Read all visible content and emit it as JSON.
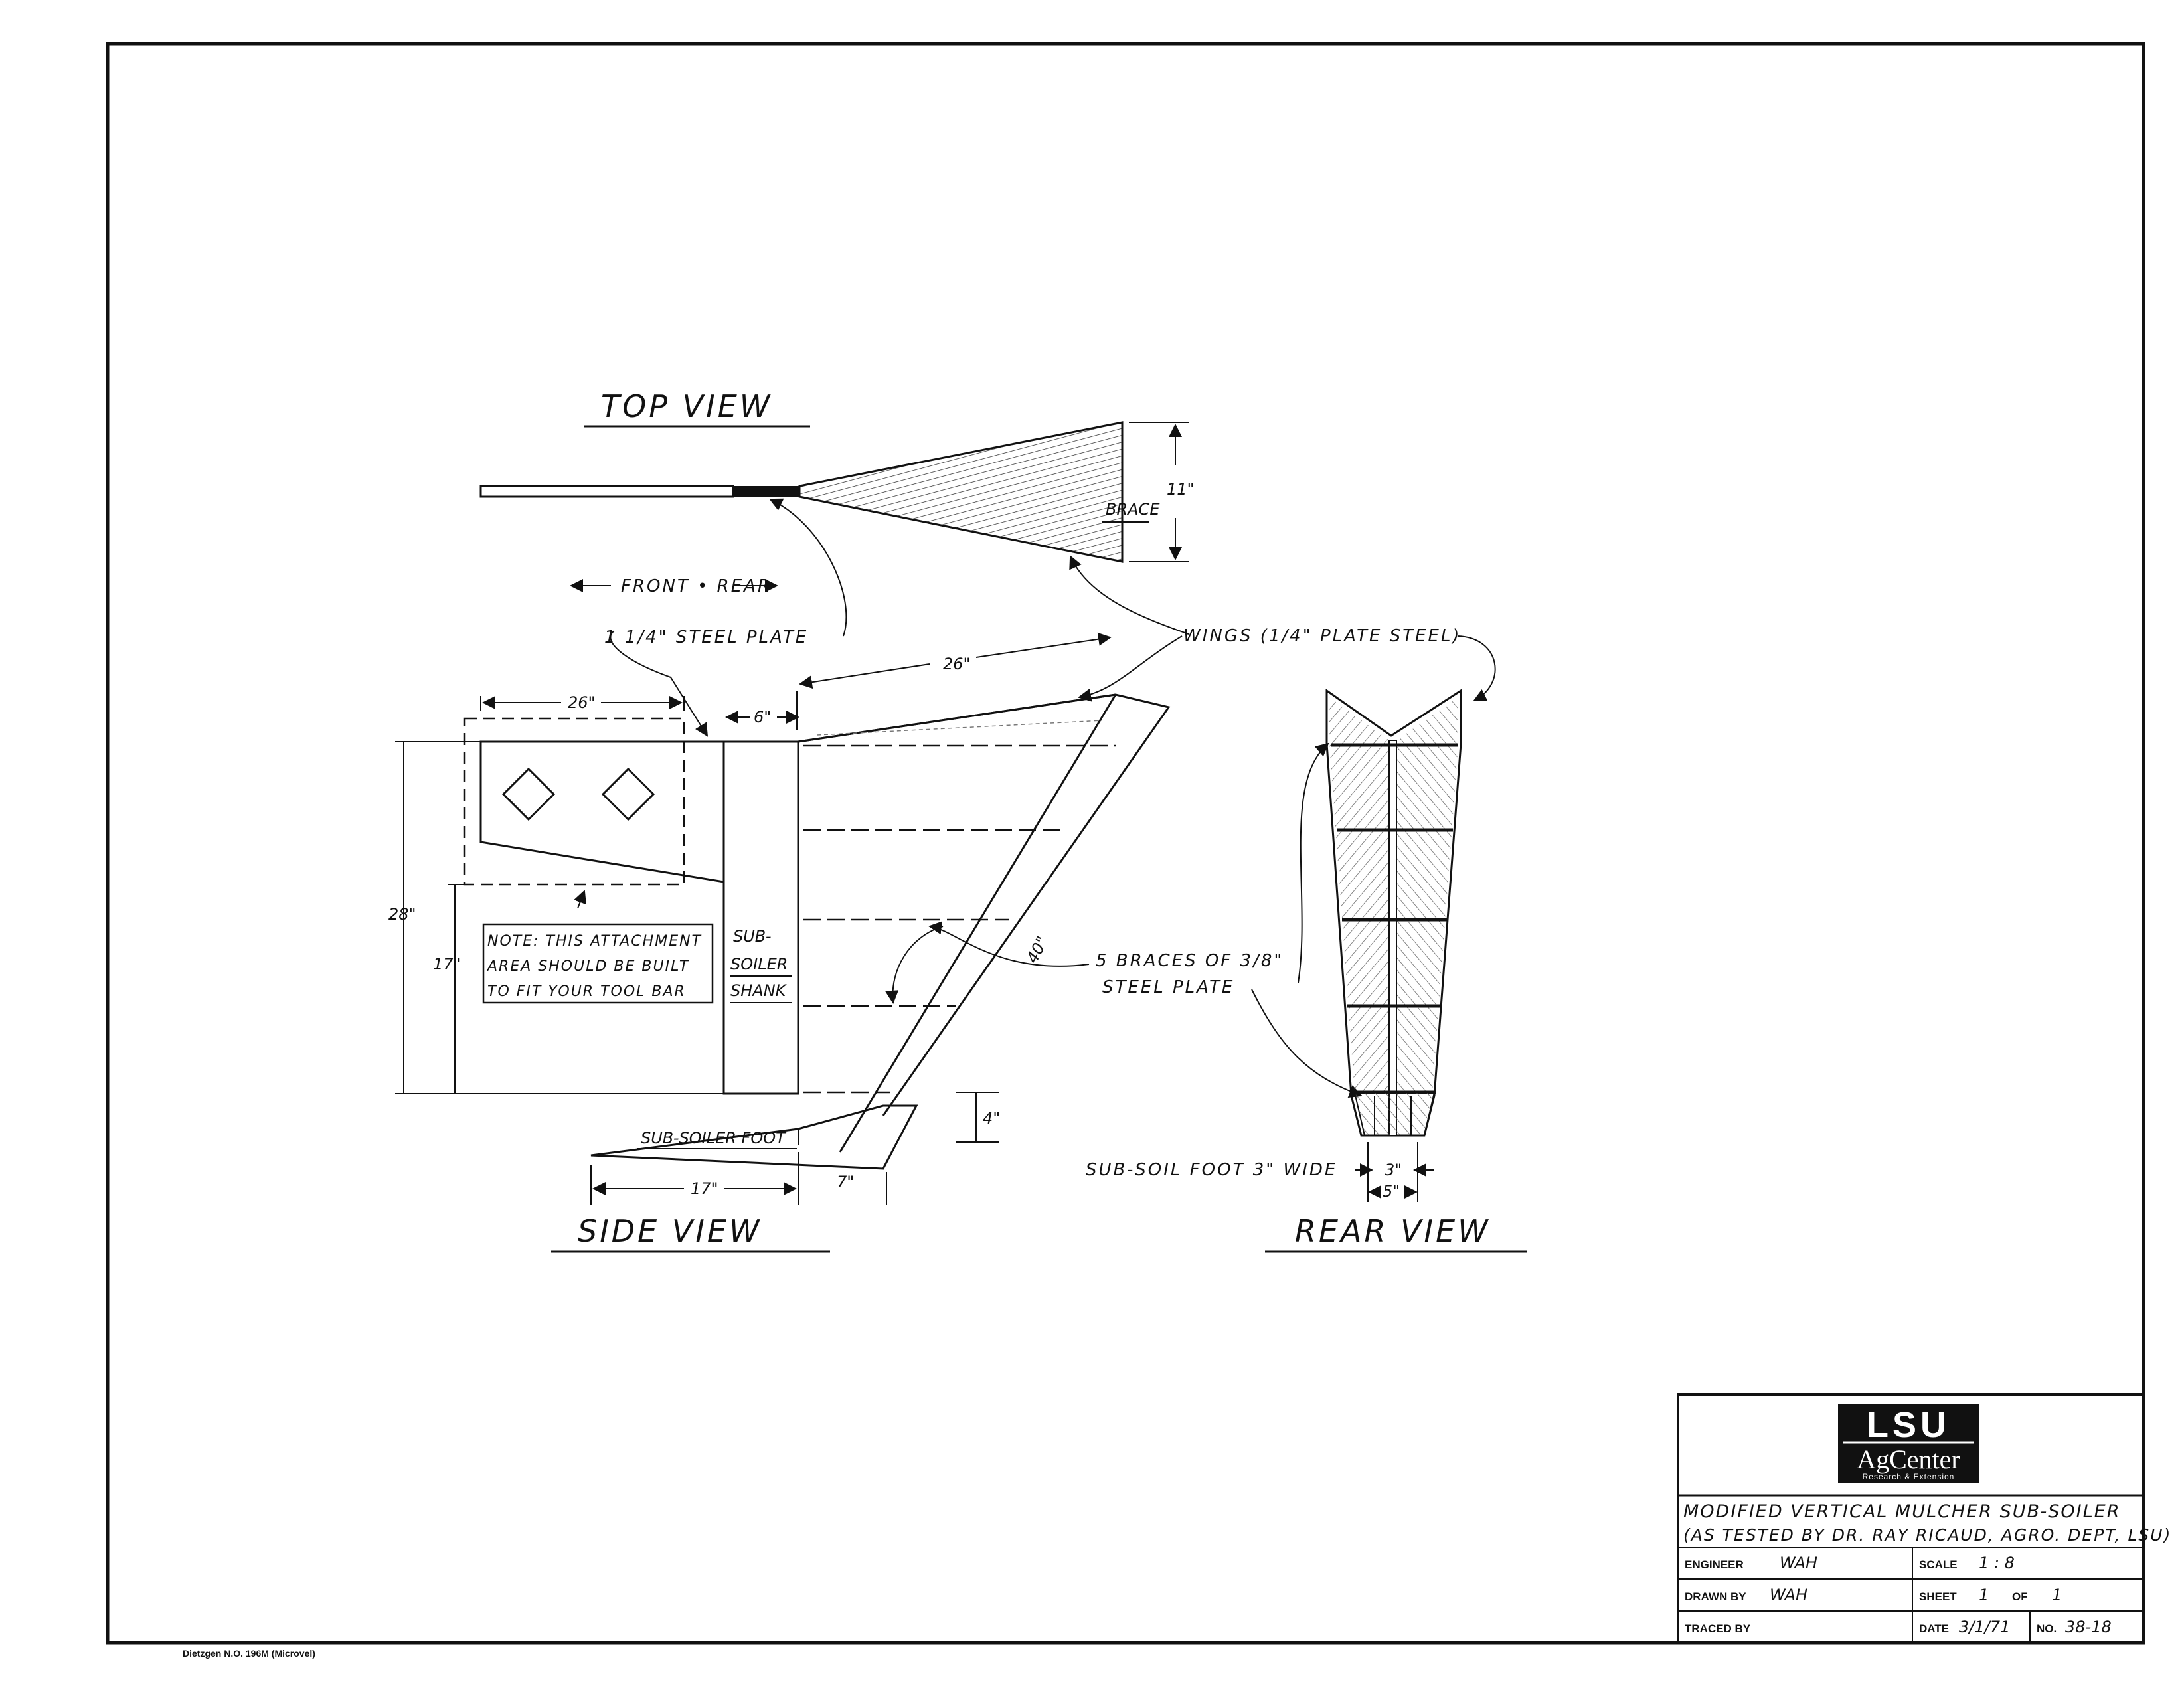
{
  "views": {
    "top": "TOP VIEW",
    "side": "SIDE VIEW",
    "rear": "REAR VIEW"
  },
  "callouts": {
    "brace": "BRACE",
    "front_rear": "FRONT • REAR",
    "steel_plate": "1 1/4\" STEEL PLATE",
    "wings": "WINGS (1/4\" PLATE STEEL)",
    "braces_line1": "5 BRACES OF 3/8\"",
    "braces_line2": "STEEL PLATE",
    "note_line1": "NOTE: THIS ATTACHMENT",
    "note_line2": "AREA SHOULD BE BUILT",
    "note_line3": "TO FIT YOUR TOOL BAR",
    "shank_line1": "SUB-",
    "shank_line2": "SOILER",
    "shank_line3": "SHANK",
    "foot": "SUB-SOILER FOOT",
    "sub_soil_foot": "SUB-SOIL FOOT 3\" WIDE"
  },
  "dimensions": {
    "top_width": "11\"",
    "wing_length": "26\"",
    "attach_width": "26\"",
    "shank_width": "6\"",
    "height_total": "28\"",
    "height_attach": "17\"",
    "diagonal": "40\"",
    "foot_height": "4\"",
    "foot_front": "17\"",
    "foot_rear": "7\"",
    "rear_inner": "3\"",
    "rear_outer": "5\""
  },
  "title_block": {
    "logo_top": "LSU",
    "logo_mid": "AgCenter",
    "logo_sub": "Research & Extension",
    "title_line1": "MODIFIED VERTICAL MULCHER SUB-SOILER",
    "title_line2": "(AS TESTED BY DR. RAY RICAUD, AGRO. DEPT, LSU)",
    "engineer_label": "ENGINEER",
    "engineer_value": "WAH",
    "scale_label": "SCALE",
    "scale_value": "1 : 8",
    "drawn_label": "DRAWN BY",
    "drawn_value": "WAH",
    "sheet_label": "SHEET",
    "sheet_value": "1",
    "of_label": "OF",
    "of_value": "1",
    "traced_label": "TRACED BY",
    "traced_value": "",
    "date_label": "DATE",
    "date_value": "3/1/71",
    "no_label": "NO.",
    "no_value": "38-18"
  },
  "footer": "Dietzgen N.O. 196M (Microvel)"
}
